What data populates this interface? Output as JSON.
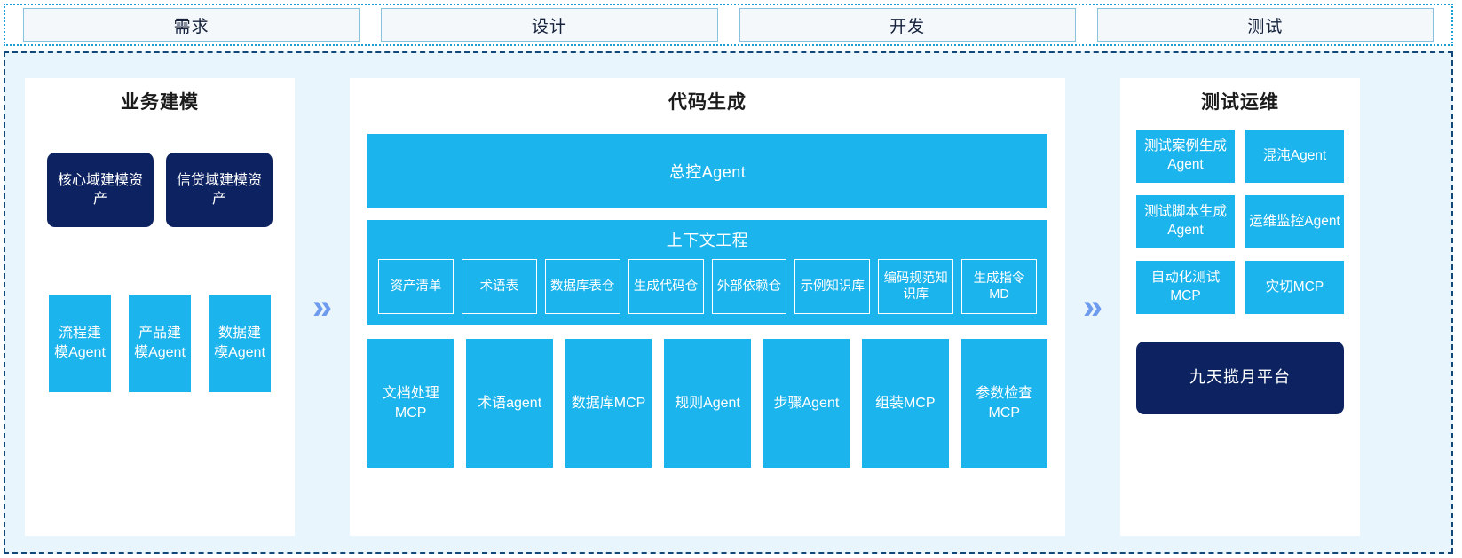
{
  "phases": {
    "items": [
      {
        "label": "需求"
      },
      {
        "label": "设计"
      },
      {
        "label": "开发"
      },
      {
        "label": "测试"
      }
    ]
  },
  "colors": {
    "cyan": "#1cb4ec",
    "navy": "#0d2361",
    "panel_bg": "#ffffff",
    "canvas_bg": "#e9f5fd",
    "chevron": "#6f9bee",
    "phase_border": "#89c2dc"
  },
  "icons": {
    "flow_arrow_left": "»",
    "flow_arrow_right": "»"
  },
  "business_panel": {
    "title": "业务建模",
    "assets": [
      {
        "label": "核心域建模资产"
      },
      {
        "label": "信贷域建模资产"
      }
    ],
    "agents": [
      {
        "label": "流程建模Agent"
      },
      {
        "label": "产品建模Agent"
      },
      {
        "label": "数据建模Agent"
      }
    ]
  },
  "code_panel": {
    "title": "代码生成",
    "master_agent": "总控Agent",
    "context": {
      "title": "上下文工程",
      "items": [
        {
          "label": "资产清单"
        },
        {
          "label": "术语表"
        },
        {
          "label": "数据库表仓"
        },
        {
          "label": "生成代码仓"
        },
        {
          "label": "外部依赖仓"
        },
        {
          "label": "示例知识库"
        },
        {
          "label": "编码规范知识库"
        },
        {
          "label": "生成指令MD"
        }
      ]
    },
    "tools": [
      {
        "label": "文档处理MCP"
      },
      {
        "label": "术语agent"
      },
      {
        "label": "数据库MCP"
      },
      {
        "label": "规则Agent"
      },
      {
        "label": "步骤Agent"
      },
      {
        "label": "组装MCP"
      },
      {
        "label": "参数检查MCP"
      }
    ]
  },
  "test_panel": {
    "title": "测试运维",
    "rows": [
      [
        {
          "label": "测试案例生成Agent"
        },
        {
          "label": "混沌Agent"
        }
      ],
      [
        {
          "label": "测试脚本生成Agent"
        },
        {
          "label": "运维监控Agent"
        }
      ],
      [
        {
          "label": "自动化测试MCP"
        },
        {
          "label": "灾切MCP"
        }
      ]
    ],
    "platform": "九天揽月平台"
  }
}
